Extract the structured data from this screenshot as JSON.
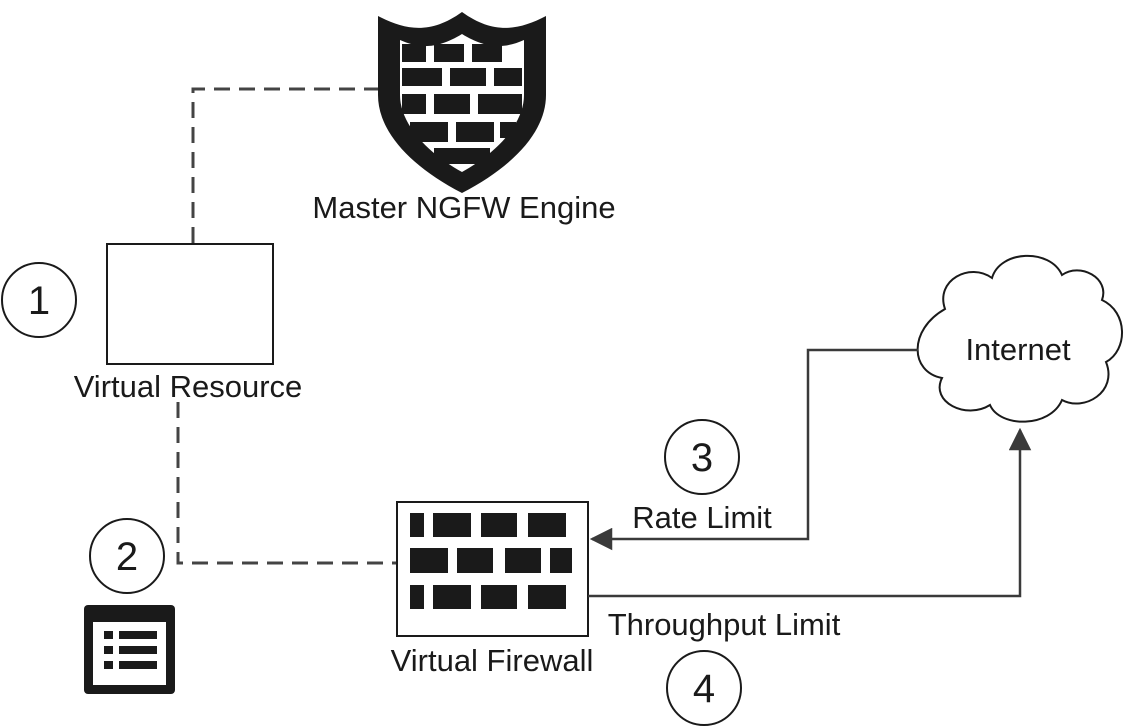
{
  "nodes": {
    "master": {
      "label": "Master NGFW Engine",
      "icon": "shield-firewall-icon"
    },
    "resource": {
      "label": "Virtual Resource"
    },
    "firewall": {
      "label": "Virtual Firewall",
      "icon": "brick-wall-icon"
    },
    "internet": {
      "label": "Internet",
      "icon": "cloud-icon"
    },
    "config": {
      "icon": "list-window-icon"
    }
  },
  "steps": [
    "1",
    "2",
    "3",
    "4"
  ],
  "edges": {
    "rate": {
      "label": "Rate Limit"
    },
    "throughput": {
      "label": "Throughput Limit"
    }
  },
  "colors": {
    "ink": "#1a1a1a",
    "line": "#3a3a3a",
    "dash": "#444444"
  }
}
